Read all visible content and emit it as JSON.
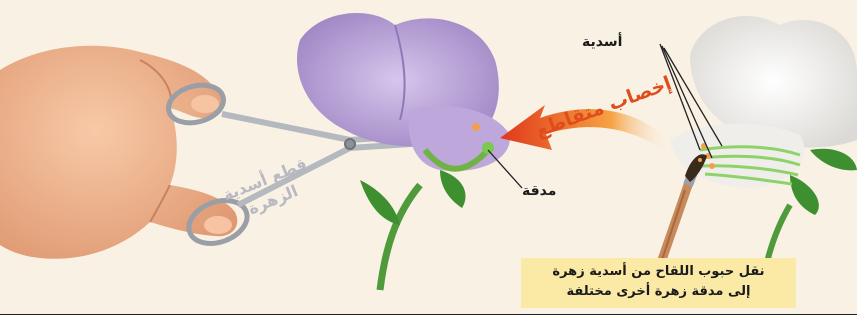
{
  "labels": {
    "stamens": "أسدية",
    "pistil": "مدقة",
    "cross_pollination": "إخصاب متقاطع",
    "cut_stamens": "قطع أسدية الزهرة"
  },
  "caption": {
    "line1": "نقل حبوب اللقاح من أسدية زهرة",
    "line2": "إلى مدقة زهرة أخرى مختلفة"
  },
  "colors": {
    "background": "#f9f1e3",
    "purple_flower": "#b9a2d6",
    "white_flower": "#f2f1ee",
    "leaf_green": "#3e8f2f",
    "arrow_orange": "#e65a1f",
    "caption_bg": "#fbe9a6",
    "skin": "#f2b48f"
  },
  "icons": [
    "hand-icon",
    "scissors-icon",
    "paintbrush-icon",
    "arrow-icon"
  ]
}
